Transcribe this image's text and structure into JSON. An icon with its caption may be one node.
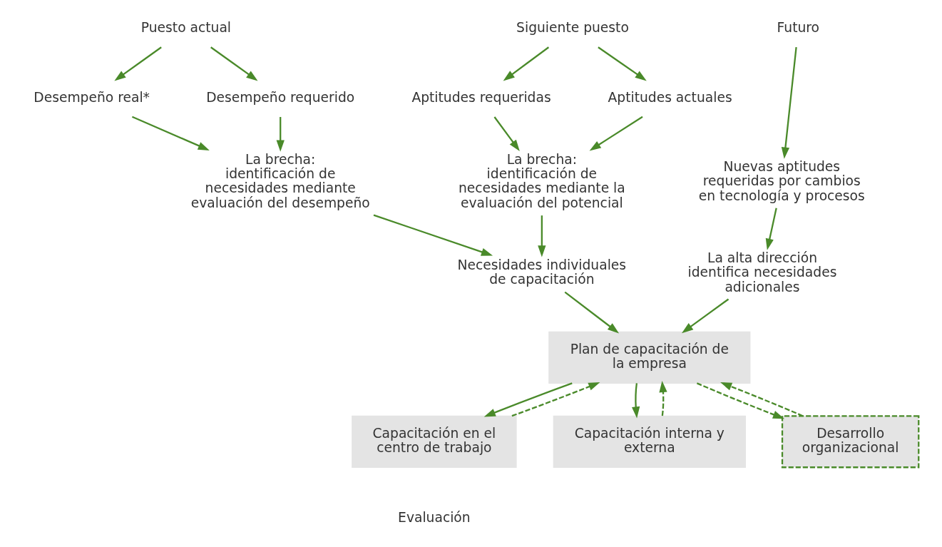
{
  "diagram": {
    "nodes": [
      {
        "text": [
          "Puesto actual"
        ]
      },
      {
        "text": [
          "Siguiente puesto"
        ]
      },
      {
        "text": [
          "Futuro"
        ]
      },
      {
        "text": [
          "Desempeño real*"
        ]
      },
      {
        "text": [
          "Desempeño requerido"
        ]
      },
      {
        "text": [
          "Aptitudes actuales"
        ]
      },
      {
        "text": [
          "Aptitudes requeridas"
        ]
      },
      {
        "text": [
          "Nuevas aptitudes requeridas por cambios en tecnología y procesos"
        ]
      },
      {
        "text": [
          "La brecha: identificación de necesidades mediante evaluación del desempeño"
        ]
      },
      {
        "text": [
          "La brecha: identificación de necesidades mediante la evaluación del potencial"
        ]
      },
      {
        "text": [
          "La alta dirección identifica necesidades adicionales"
        ]
      },
      {
        "text": [
          "Necesidades individuales de capacitación"
        ]
      },
      {
        "text": [
          "Plan de capacitación de la empresa"
        ]
      },
      {
        "text": [
          "Capacitación en el centro de trabajo"
        ]
      },
      {
        "text": [
          "Capacitación interna y externa"
        ]
      },
      {
        "text": [
          "Desarrollo organizacional"
        ]
      }
    ],
    "edges": [
      {
        "from": 0,
        "to": 3,
        "arrow": "to"
      },
      {
        "from": 0,
        "to": 4,
        "arrow": "to"
      },
      {
        "from": 1,
        "to": 5,
        "arrow": "to"
      },
      {
        "from": 1,
        "to": 6,
        "arrow": "to"
      },
      {
        "from": 2,
        "to": 7,
        "arrow": "to"
      },
      {
        "from": 3,
        "to": 8,
        "arrow": "to"
      },
      {
        "from": 4,
        "to": 8,
        "arrow": "to"
      },
      {
        "from": 5,
        "to": 9,
        "arrow": "to"
      },
      {
        "from": 6,
        "to": 9,
        "arrow": "to"
      },
      {
        "from": 7,
        "to": 10,
        "arrow": "to"
      },
      {
        "from": 8,
        "to": 11,
        "arrow": "to"
      },
      {
        "from": 9,
        "to": 11,
        "arrow": "to"
      },
      {
        "from": 11,
        "to": 12,
        "arrow": "to"
      },
      {
        "from": 10,
        "to": 12,
        "arrow": "to"
      },
      {
        "from": 12,
        "to": 13,
        "arrow": "to"
      },
      {
        "from": 12,
        "to": 14,
        "arrow": "to"
      },
      {
        "from": 12,
        "to": 15,
        "arrow": "to",
        "style": "dashed"
      },
      {
        "from": 13,
        "to": 12,
        "arrow": "to",
        "style": "dashed"
      },
      {
        "from": 14,
        "to": 12,
        "arrow": "to",
        "style": "dashed"
      },
      {
        "from": 15,
        "to": 12,
        "arrow": "to",
        "style": "dashed"
      }
    ],
    "labels": [
      "Evaluación"
    ]
  }
}
